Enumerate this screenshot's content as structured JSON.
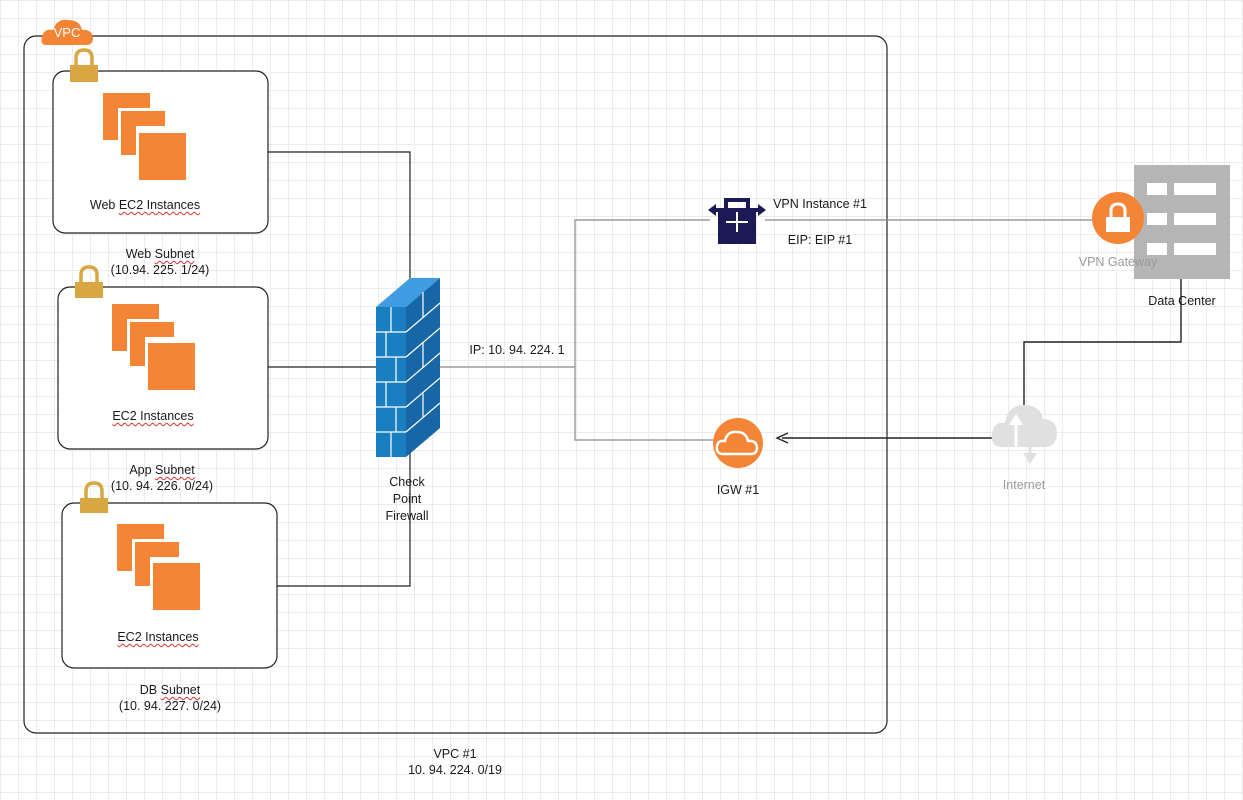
{
  "vpc": {
    "badge": "VPC",
    "name": "VPC #1",
    "cidr": "10. 94. 224. 0/19"
  },
  "subnets": [
    {
      "instance_label_prefix": "Web ",
      "instance_label_main": "EC2 Instances",
      "name_prefix": "Web ",
      "name_main": "Subnet",
      "cidr": "(10.94. 225. 1/24)"
    },
    {
      "instance_label_prefix": "",
      "instance_label_main": "EC2 Instances",
      "name_prefix": "App ",
      "name_main": "Subnet",
      "cidr": "(10. 94. 226. 0/24)"
    },
    {
      "instance_label_prefix": "",
      "instance_label_main": "EC2 Instances",
      "name_prefix": "DB ",
      "name_main": "Subnet",
      "cidr": "(10. 94. 227. 0/24)"
    }
  ],
  "firewall": {
    "line1": "Check",
    "line2": "Point",
    "line3": "Firewall",
    "ip": "IP: 10. 94. 224. 1"
  },
  "vpn_instance": {
    "name": "VPN Instance #1",
    "eip": "EIP: EIP #1"
  },
  "igw": {
    "name": "IGW #1"
  },
  "vpn_gateway": {
    "name": "VPN Gateway"
  },
  "data_center": {
    "name": "Data Center"
  },
  "internet": {
    "name": "Internet"
  },
  "colors": {
    "aws_orange": "#f58536",
    "lock_gold": "#d9a741",
    "firewall_blue": "#1a7fc1",
    "vpn_navy": "#1c1a55",
    "server_gray": "#b5b5b5",
    "connector": "#222222",
    "connector_light": "#8a8a8a"
  },
  "icons": [
    "lock-icon",
    "ec2-instances-icon",
    "firewall-icon",
    "vpn-instance-icon",
    "igw-cloud-icon",
    "vpn-gateway-lock-icon",
    "data-center-server-icon",
    "internet-cloud-icon",
    "vpc-cloud-icon"
  ]
}
